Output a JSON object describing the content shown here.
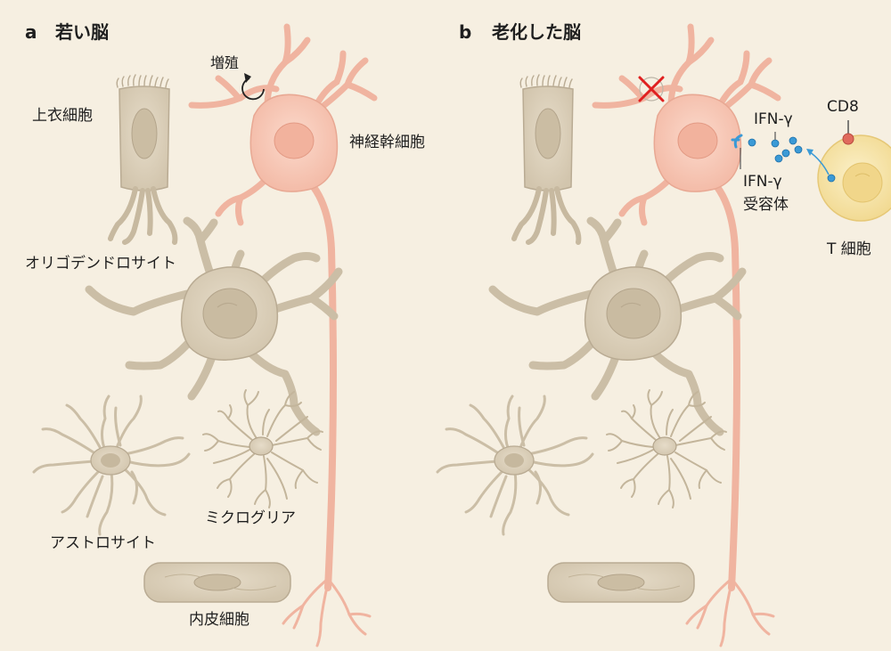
{
  "panel_a": {
    "letter": "a",
    "title": "若い脳",
    "labels": {
      "ependymal": "上衣細胞",
      "proliferation": "増殖",
      "nsc": "神経幹細胞",
      "oligodendrocyte": "オリゴデンドロサイト",
      "astrocyte": "アストロサイト",
      "microglia": "ミクログリア",
      "endothelial": "内皮細胞"
    }
  },
  "panel_b": {
    "letter": "b",
    "title": "老化した脳",
    "labels": {
      "ifng": "IFN-γ",
      "cd8": "CD8",
      "receptor_line1": "IFN-γ",
      "receptor_line2": "受容体",
      "tcell": "T 細胞"
    }
  },
  "colors": {
    "background": "#f6efe1",
    "glia_fill": "#d9cdb8",
    "glia_stroke": "#b9ab93",
    "nsc_fill": "#f6c5b4",
    "nsc_stroke": "#e8a893",
    "tcell_fill": "#f8e6b0",
    "ifng_dot": "#3b9ad6",
    "cd8_dot": "#e06a5c",
    "cross": "#e02020"
  }
}
